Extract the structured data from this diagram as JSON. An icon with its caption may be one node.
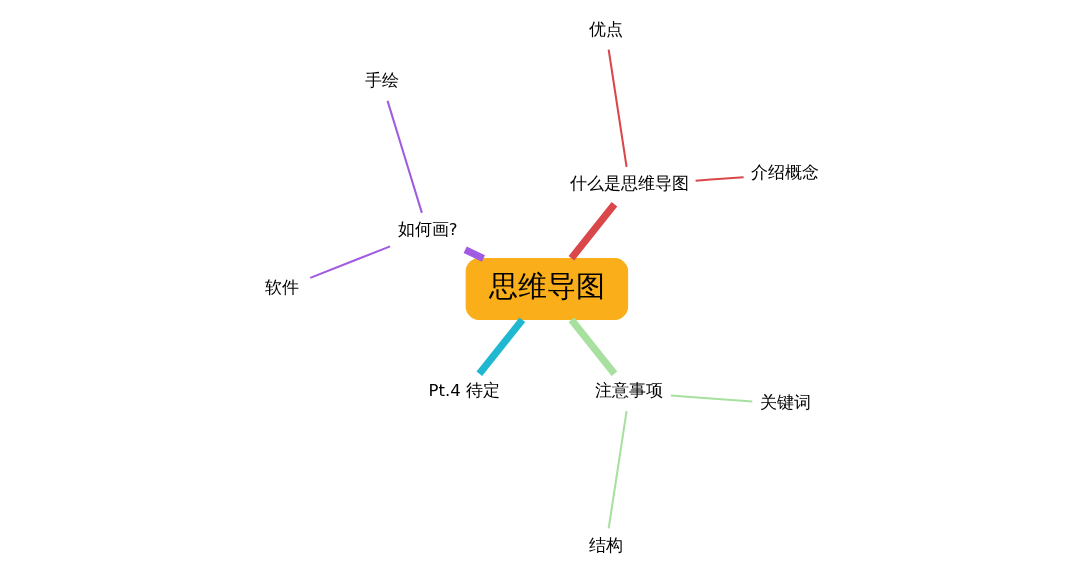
{
  "diagram": {
    "nodes": [
      {
        "text": [
          "思维导图"
        ]
      },
      {
        "text": [
          "什么是思维导图"
        ]
      },
      {
        "text": [
          "介绍概念"
        ]
      },
      {
        "text": [
          "优点"
        ]
      },
      {
        "text": [
          "如何画?"
        ]
      },
      {
        "text": [
          "手绘"
        ]
      },
      {
        "text": [
          "软件"
        ]
      },
      {
        "text": [
          "Pt.4 待定"
        ]
      },
      {
        "text": [
          "注意事项"
        ]
      },
      {
        "text": [
          "结构"
        ]
      },
      {
        "text": [
          "关键词"
        ]
      }
    ],
    "edges": [
      {
        "from": 0,
        "to": 1,
        "arrow": "none",
        "style": "thick",
        "color": "#d9474a"
      },
      {
        "from": 1,
        "to": 2,
        "arrow": "none",
        "color": "#d9474a"
      },
      {
        "from": 1,
        "to": 3,
        "arrow": "none",
        "color": "#d9474a"
      },
      {
        "from": 0,
        "to": 4,
        "arrow": "none",
        "style": "thick",
        "color": "#a05be0"
      },
      {
        "from": 4,
        "to": 5,
        "arrow": "none",
        "color": "#a05be0"
      },
      {
        "from": 4,
        "to": 6,
        "arrow": "none",
        "color": "#a05be0"
      },
      {
        "from": 0,
        "to": 7,
        "arrow": "none",
        "style": "thick",
        "color": "#1fb8d0"
      },
      {
        "from": 0,
        "to": 8,
        "arrow": "none",
        "style": "thick",
        "color": "#a8e0a0"
      },
      {
        "from": 8,
        "to": 9,
        "arrow": "none",
        "color": "#a8e0a0"
      },
      {
        "from": 8,
        "to": 10,
        "arrow": "none",
        "color": "#a8e0a0"
      }
    ]
  }
}
